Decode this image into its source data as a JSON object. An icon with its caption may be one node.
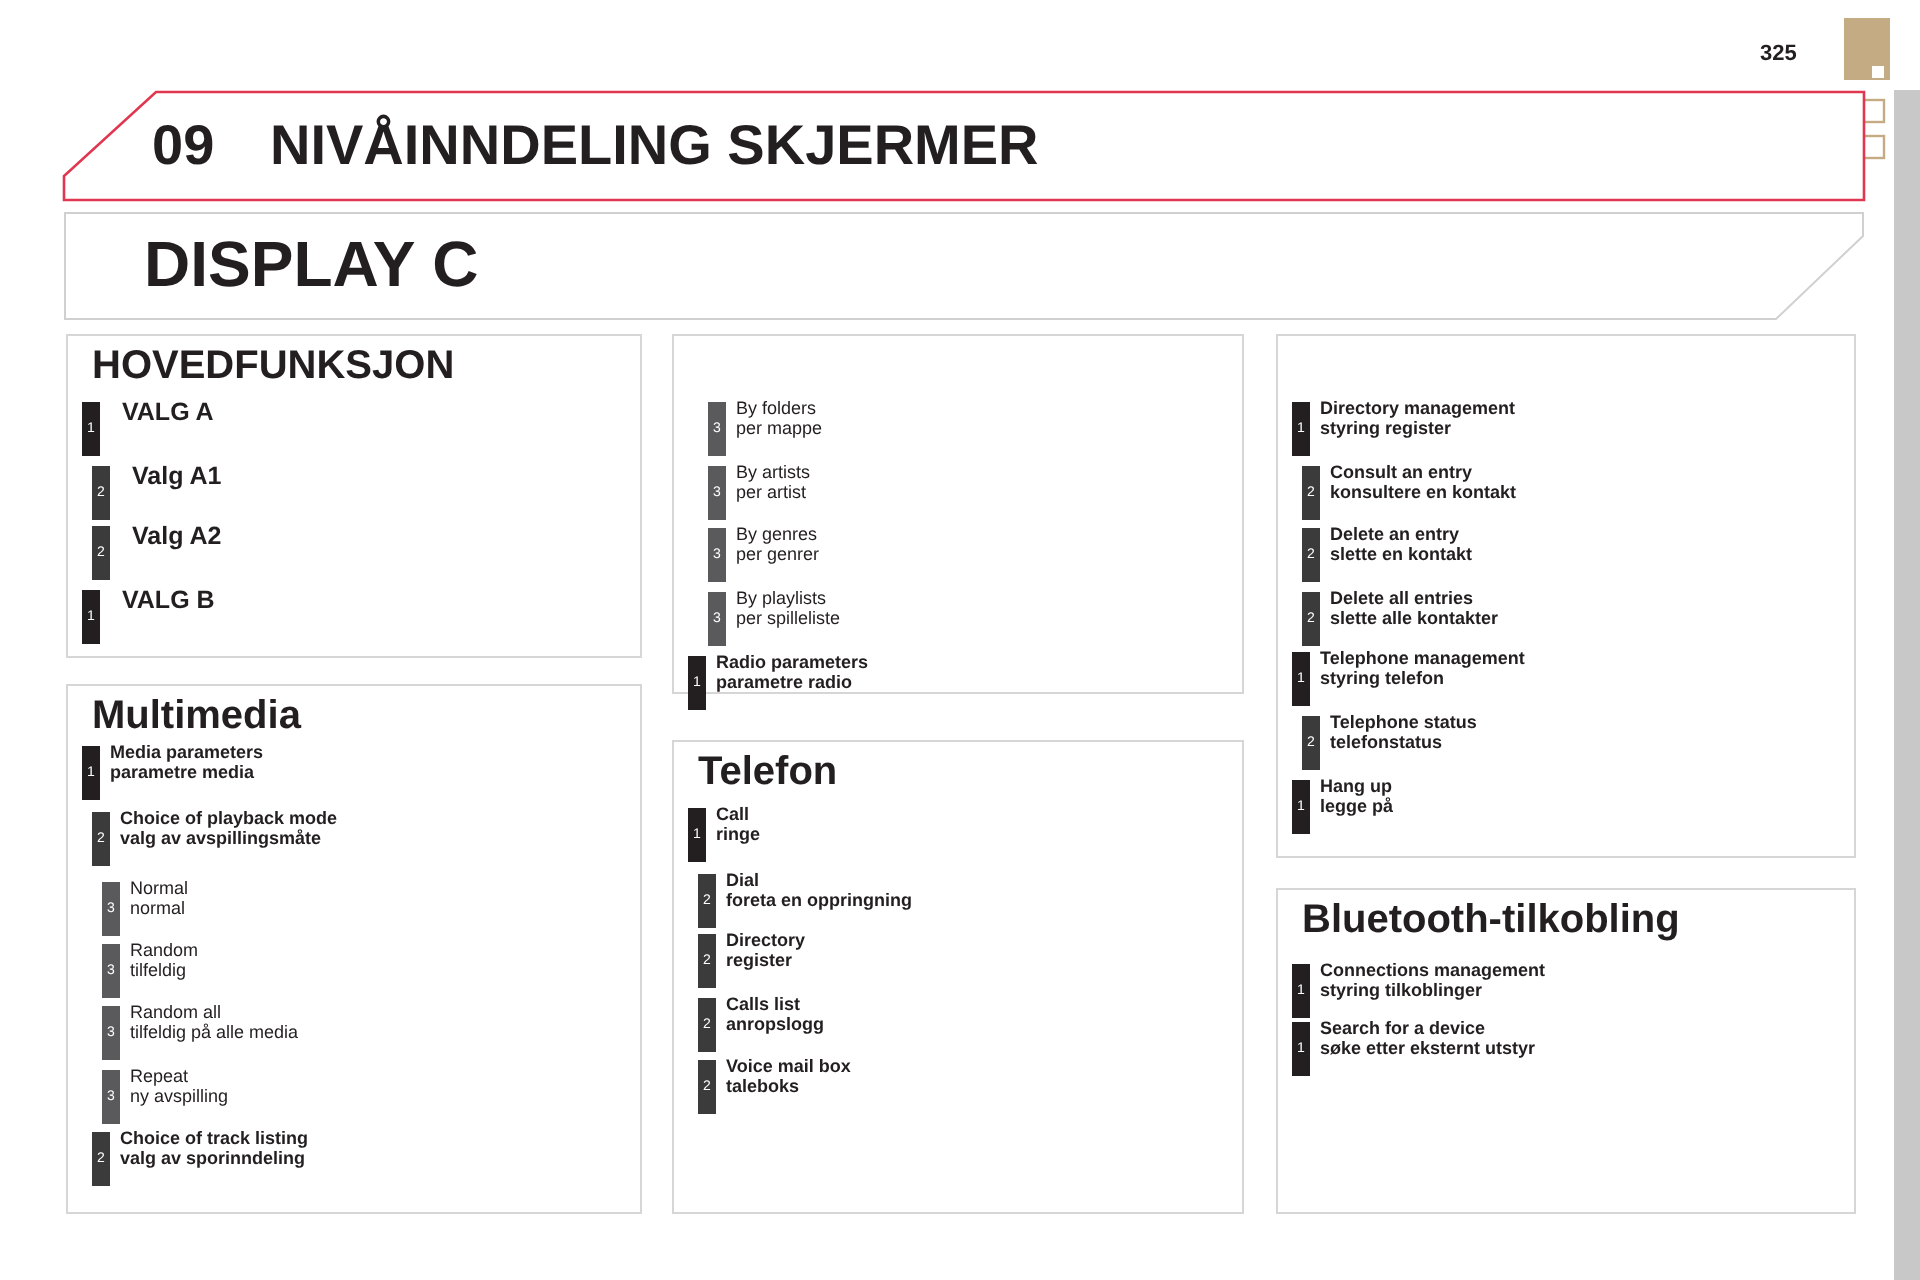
{
  "diagram": {
    "title": "NIVÅINNDELING SKJERMER",
    "nodes": [
      {
        "text": [
          "DISPLAY C"
        ]
      },
      {
        "text": [
          "HOVEDFUNKSJON"
        ]
      },
      {
        "text": [
          "1",
          "VALG A"
        ],
        "in": 1
      },
      {
        "text": [
          "2",
          "Valg A1"
        ],
        "in": 1
      },
      {
        "text": [
          "2",
          "Valg A2"
        ],
        "in": 1
      },
      {
        "text": [
          "1",
          "VALG B"
        ],
        "in": 1
      },
      {
        "text": [
          "Multimedia"
        ]
      },
      {
        "text": [
          "1",
          "Media parameters",
          "parametre media"
        ],
        "in": 6
      },
      {
        "text": [
          "2",
          "Choice of playback mode",
          "valg av avspillingsmåte"
        ],
        "in": 6
      },
      {
        "text": [
          "3",
          "Normal",
          "normal"
        ],
        "in": 6
      },
      {
        "text": [
          "3",
          "Random",
          "tilfeldig"
        ],
        "in": 6
      },
      {
        "text": [
          "3",
          "Random all",
          "tilfeldig på alle media"
        ],
        "in": 6
      },
      {
        "text": [
          "3",
          "Repeat",
          "ny avspilling"
        ],
        "in": 6
      },
      {
        "text": [
          "2",
          "Choice of track listing",
          "valg av sporinndeling"
        ],
        "in": 6
      },
      {
        "text": [],
        "shape": "box"
      },
      {
        "text": [
          "3",
          "By folders",
          "per mappe"
        ],
        "in": 14
      },
      {
        "text": [
          "3",
          "By artists",
          "per artist"
        ],
        "in": 14
      },
      {
        "text": [
          "3",
          "By genres",
          "per genrer"
        ],
        "in": 14
      },
      {
        "text": [
          "3",
          "By playlists",
          "per spilleliste"
        ],
        "in": 14
      },
      {
        "text": [
          "1",
          "Radio parameters",
          "parametre radio"
        ],
        "in": 14
      },
      {
        "text": [
          "Telefon"
        ]
      },
      {
        "text": [
          "1",
          "Call",
          "ringe"
        ],
        "in": 20
      },
      {
        "text": [
          "2",
          "Dial",
          "foreta en oppringning"
        ],
        "in": 20
      },
      {
        "text": [
          "2",
          "Directory",
          "register"
        ],
        "in": 20
      },
      {
        "text": [
          "2",
          "Calls list",
          "anropslogg"
        ],
        "in": 20
      },
      {
        "text": [
          "2",
          "Voice mail box",
          "taleboks"
        ],
        "in": 20
      },
      {
        "text": [],
        "shape": "box"
      },
      {
        "text": [
          "1",
          "Directory management",
          "styring register"
        ],
        "in": 26
      },
      {
        "text": [
          "2",
          "Consult an entry",
          "konsultere en kontakt"
        ],
        "in": 26
      },
      {
        "text": [
          "2",
          "Delete an entry",
          "slette en kontakt"
        ],
        "in": 26
      },
      {
        "text": [
          "2",
          "Delete all entries",
          "slette alle kontakter"
        ],
        "in": 26
      },
      {
        "text": [
          "1",
          "Telephone management",
          "styring telefon"
        ],
        "in": 26
      },
      {
        "text": [
          "2",
          "Telephone status",
          "telefonstatus"
        ],
        "in": 26
      },
      {
        "text": [
          "1",
          "Hang up",
          "legge på"
        ],
        "in": 26
      },
      {
        "text": [
          "Bluetooth-tilkobling"
        ]
      },
      {
        "text": [
          "1",
          "Connections management",
          "styring tilkoblinger"
        ],
        "in": 34
      },
      {
        "text": [
          "1",
          "Search for a device",
          "søke etter eksternt utstyr"
        ],
        "in": 34
      }
    ],
    "labels": [
      "325",
      "09"
    ]
  }
}
